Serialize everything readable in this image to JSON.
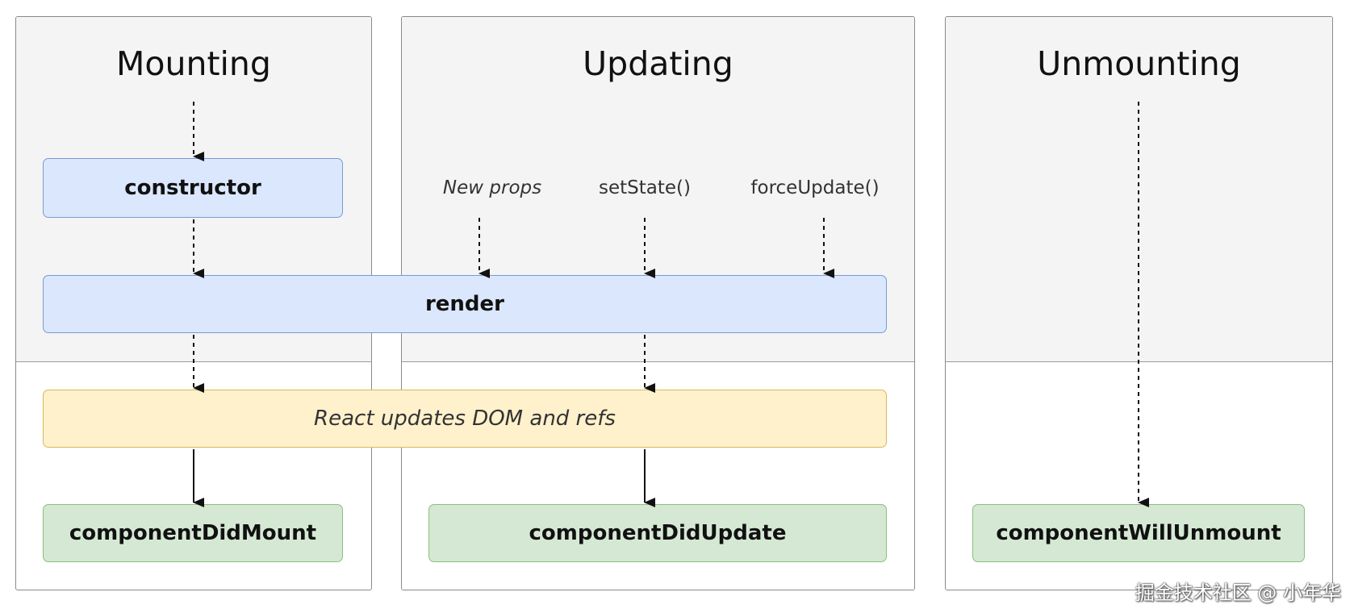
{
  "phases": {
    "mounting": "Mounting",
    "updating": "Updating",
    "unmounting": "Unmounting"
  },
  "triggers": {
    "new_props": "New props",
    "set_state": "setState()",
    "force_update": "forceUpdate()"
  },
  "methods": {
    "constructor": "constructor",
    "render": "render",
    "react_updates": "React updates DOM and refs",
    "did_mount": "componentDidMount",
    "did_update": "componentDidUpdate",
    "will_unmount": "componentWillUnmount"
  },
  "watermark": "掘金技术社区 @ 小年华",
  "colors": {
    "panel_upper": "#f4f4f4",
    "blue_box": "#dae7fc",
    "yellow_box": "#fff1cc",
    "green_box": "#d5e8d4"
  }
}
